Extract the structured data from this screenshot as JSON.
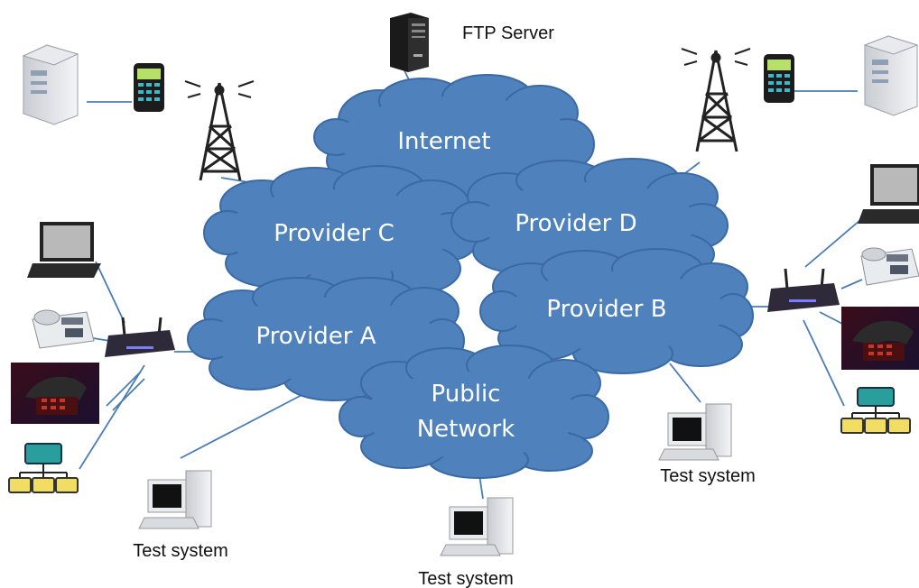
{
  "clouds": {
    "internet": "Internet",
    "provider_a": "Provider A",
    "provider_b": "Provider B",
    "provider_c": "Provider C",
    "provider_d": "Provider D",
    "public_line1": "Public",
    "public_line2": "Network"
  },
  "captions": {
    "ftp_server": "FTP Server",
    "test_system_left": "Test system",
    "test_system_center": "Test system",
    "test_system_right": "Test system"
  },
  "colors": {
    "cloud_fill": "#4f81bd",
    "cloud_stroke": "#3a6aa6",
    "link": "#4a7cb8",
    "hierarchy_top": "#2a9d9d",
    "hierarchy_nodes": "#f2dd63"
  }
}
